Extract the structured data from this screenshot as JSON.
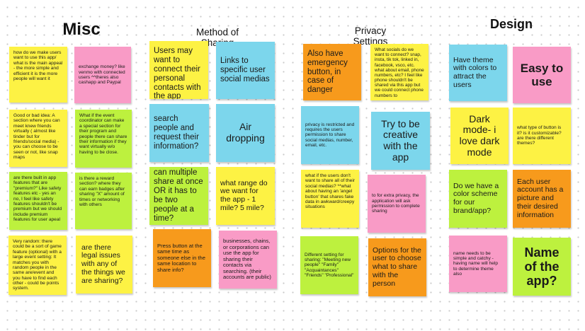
{
  "columns": [
    {
      "title": "Misc"
    },
    {
      "title": "Method of\nSharing"
    },
    {
      "title": "Privacy\nSettings"
    },
    {
      "title": "Design"
    }
  ],
  "colors": {
    "yellow": "#fdf244",
    "pink": "#f99bc6",
    "green": "#bdf13e",
    "cyan": "#7cd6ec",
    "orange": "#f79a1c"
  },
  "notes": {
    "misc_1": "how do we make users want to use this app/ what is the main appeal -  the more simple and efficient it is the more people will want it",
    "misc_2": "exchange money? like venmo with connected users ^^theres also cashapp and Paypal",
    "misc_3": "Good or bad idea: A section where you can meet knew friends virtually ( almost like tinder but for friends/social media) - you can choose to be seen or not, like snap maps",
    "misc_4": "What if the event coordinator can make a special section for their program and people there can share their information if they want virtually w/o having to be close.",
    "misc_5": "are there built in app features that are \"premium?\" Like safety features etc - yes an no, I feel like safety features shouldn't be premium but we should include premium features for user apeal",
    "misc_6": "is there a reward section? where they can earn badges after sharing \"X\" amount of times or networking with others",
    "misc_7": "Very random: there could be a sort of game feature (optional) with a large event setting: It matches you with random people in the same are/event and you have to find each other - could be points system.",
    "misc_8": "are there legal issues with any of the things we are sharing?",
    "share_1": "Users may want to connect their personal contacts with the app",
    "share_2": "Links to specific user social medias",
    "share_3": "search people and request their information?",
    "share_4": "Air dropping",
    "share_5": "can multiple share at once OR it has to be two people at a time?",
    "share_6": "what range do we want for the app - 1 mile? 5 mile?",
    "share_7": "Press button at the same time as someone else in the same location to share info?",
    "share_8": "businesses, chains, or corporations can use the app for sharing their contacts via searching. (their accounts are public)",
    "priv_1": "Also have emergency button, in case of danger",
    "priv_2": "What socials do we want to connect? snap, insta, tik tok, linked in, facebook, vsco, etc. what about email, phone numbers, etc? I feel like phone shouldn't be shared via this app but we could connect phone numbers to",
    "priv_3": "privacy is restricted and requires the users permission to share social medias, number, email, etc.",
    "priv_4": "Try to be creative with the app",
    "priv_5": "what if the users don't want to share all of their social medias? **what about having an 'angel button' that shares fake data in awkward/creepy situations",
    "priv_6": "to for extra privacy, the application will ask permission to complete sharing",
    "priv_7": "Different setting for sharing: \"Meeting new people\" \"Family\" \"Acquaintances\" \"Friends\" \"Professional\"",
    "priv_8": "Options for the user to choose what to share with the person",
    "des_1": "Have theme with colors to attract the users",
    "des_2": "Easy to use",
    "des_3": "Dark mode- i love dark mode",
    "des_4": "what type of button is it? is it customizable? are there different themes?",
    "des_5": "Do we have a color scheme for our brand/app?",
    "des_6": "Each user account has a picture and their desired information",
    "des_7": "name needs to be simple and catchy - having name will help to determine theme also",
    "des_8": "Name of the app?"
  }
}
